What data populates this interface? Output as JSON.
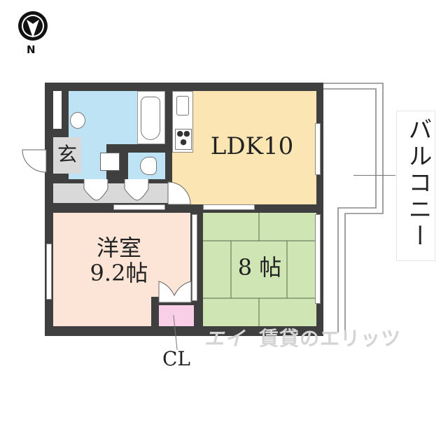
{
  "compass": {
    "label": "N",
    "icon": "north-arrow-icon"
  },
  "rooms": {
    "ldk": {
      "label": "LDK10",
      "color": "#fbe6b3"
    },
    "western": {
      "label_line1": "洋室",
      "label_line2": "9.2帖",
      "color": "#fce4d6"
    },
    "tatami": {
      "label": "8 帖",
      "color": "#cfe5b4"
    },
    "entrance": {
      "label": "玄",
      "color": "#d9d9d9"
    },
    "closet": {
      "label": "CL",
      "color": "#f8cfe6"
    },
    "wet_area_color": "#bde3f5",
    "hallway_color": "#d9d9d9"
  },
  "balcony": {
    "label": "バルコニー"
  },
  "watermark": {
    "text": "賃貸のエリッツ"
  },
  "colors": {
    "wall": "#3f3f3f"
  }
}
